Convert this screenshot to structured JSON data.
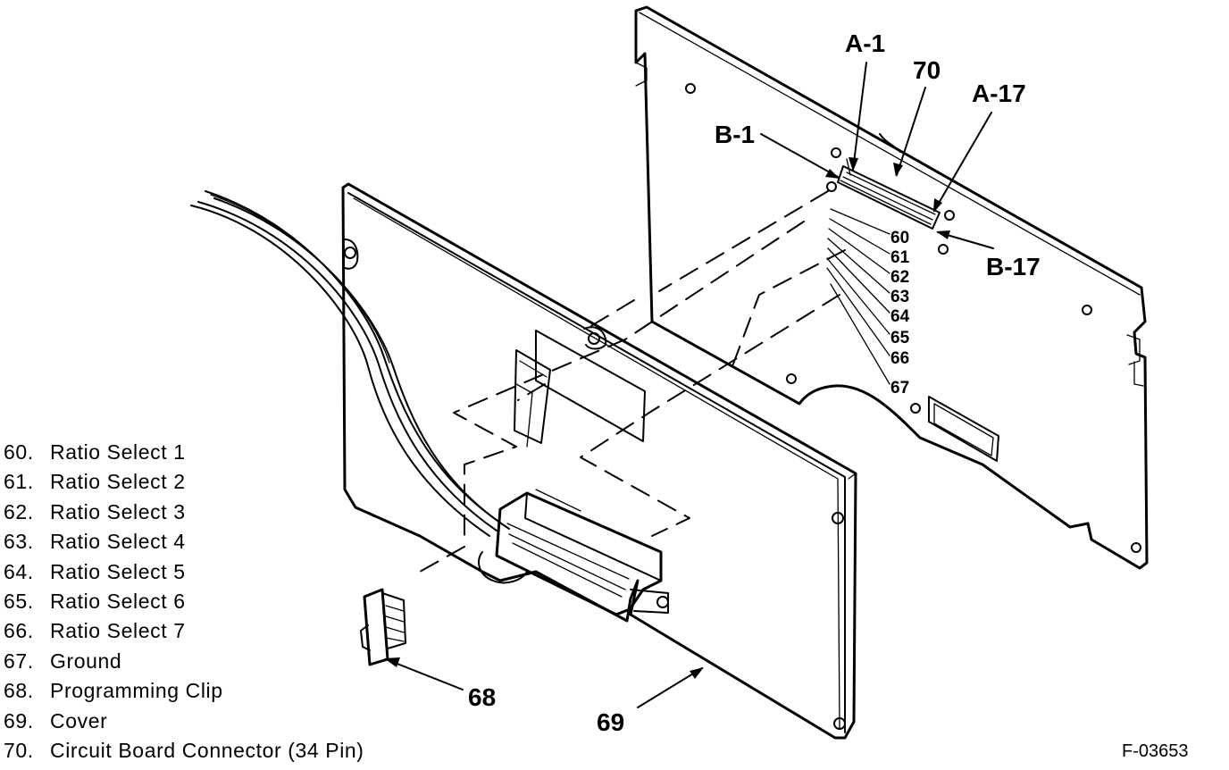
{
  "callouts": {
    "a1": "A-1",
    "a17": "A-17",
    "b1": "B-1",
    "b17": "B-17",
    "c60": "60",
    "c61": "61",
    "c62": "62",
    "c63": "63",
    "c64": "64",
    "c65": "65",
    "c66": "66",
    "c67": "67",
    "c68": "68",
    "c69": "69",
    "c70": "70"
  },
  "legend": [
    {
      "num": "60.",
      "label": "Ratio Select 1"
    },
    {
      "num": "61.",
      "label": "Ratio Select 2"
    },
    {
      "num": "62.",
      "label": "Ratio Select 3"
    },
    {
      "num": "63.",
      "label": "Ratio Select 4"
    },
    {
      "num": "64.",
      "label": "Ratio Select 5"
    },
    {
      "num": "65.",
      "label": "Ratio Select 6"
    },
    {
      "num": "66.",
      "label": "Ratio Select 7"
    },
    {
      "num": "67.",
      "label": "Ground"
    },
    {
      "num": "68.",
      "label": "Programming Clip"
    },
    {
      "num": "69.",
      "label": "Cover"
    },
    {
      "num": "70.",
      "label": "Circuit Board Connector (34 Pin)"
    }
  ],
  "figure_id": "F-03653"
}
